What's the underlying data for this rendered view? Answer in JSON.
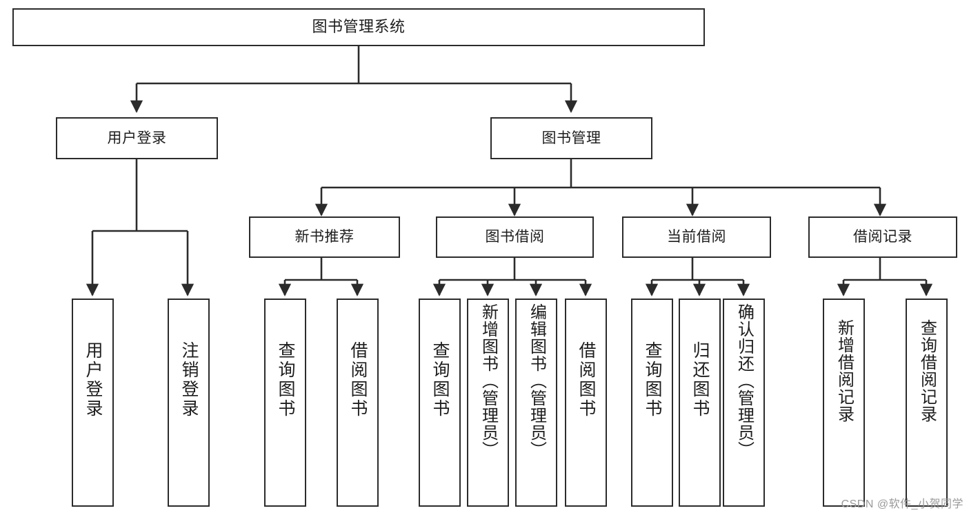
{
  "diagram": {
    "title": "图书管理系统",
    "type": "tree-hierarchy-chart",
    "colors": {
      "box_border": "#2b2b2b",
      "box_fill": "#ffffff",
      "connector": "#2b2b2b",
      "text": "#1d1d1d",
      "watermark": "#9a9a9a",
      "background": "#ffffff"
    },
    "root": {
      "label": "图书管理系统"
    },
    "level1": [
      {
        "label": "用户登录"
      },
      {
        "label": "图书管理"
      }
    ],
    "level2": [
      {
        "label": "新书推荐"
      },
      {
        "label": "图书借阅"
      },
      {
        "label": "当前借阅"
      },
      {
        "label": "借阅记录"
      }
    ],
    "leaves": {
      "user_login": [
        {
          "label": "用户登录"
        },
        {
          "label": "注销登录"
        }
      ],
      "new_book_recommend": [
        {
          "label": "查询图书"
        },
        {
          "label": "借阅图书"
        }
      ],
      "book_borrow": [
        {
          "label": "查询图书"
        },
        {
          "label": "新增图书（管理员）"
        },
        {
          "label": "编辑图书（管理员）"
        },
        {
          "label": "借阅图书"
        }
      ],
      "current_borrow": [
        {
          "label": "查询图书"
        },
        {
          "label": "归还图书"
        },
        {
          "label": "确认归还（管理员）"
        }
      ],
      "borrow_record": [
        {
          "label": "新增借阅记录"
        },
        {
          "label": "查询借阅记录"
        }
      ]
    }
  },
  "watermark": {
    "text": "CSDN @软件_小贺同学"
  }
}
